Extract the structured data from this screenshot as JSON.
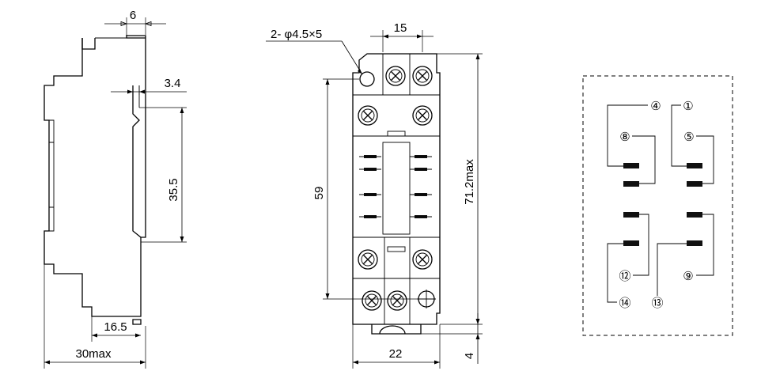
{
  "side_view": {
    "dim_top_width": "6",
    "dim_rail_step": "3.4",
    "dim_rail_height": "35.5",
    "dim_depth_inner": "16.5",
    "dim_depth_max": "30max"
  },
  "front_view": {
    "hole_note": "2- φ4.5×5",
    "dim_terminal_pitch": "15",
    "dim_hole_spacing": "59",
    "dim_height_max": "71.2max",
    "dim_width": "22",
    "dim_clip": "4"
  },
  "wiring": {
    "terminals": [
      "4",
      "1",
      "8",
      "5",
      "12",
      "9",
      "14",
      "13"
    ],
    "terminal_glyphs": [
      "④",
      "①",
      "⑧",
      "⑤",
      "⑫",
      "⑨",
      "⑭",
      "⑬"
    ]
  }
}
